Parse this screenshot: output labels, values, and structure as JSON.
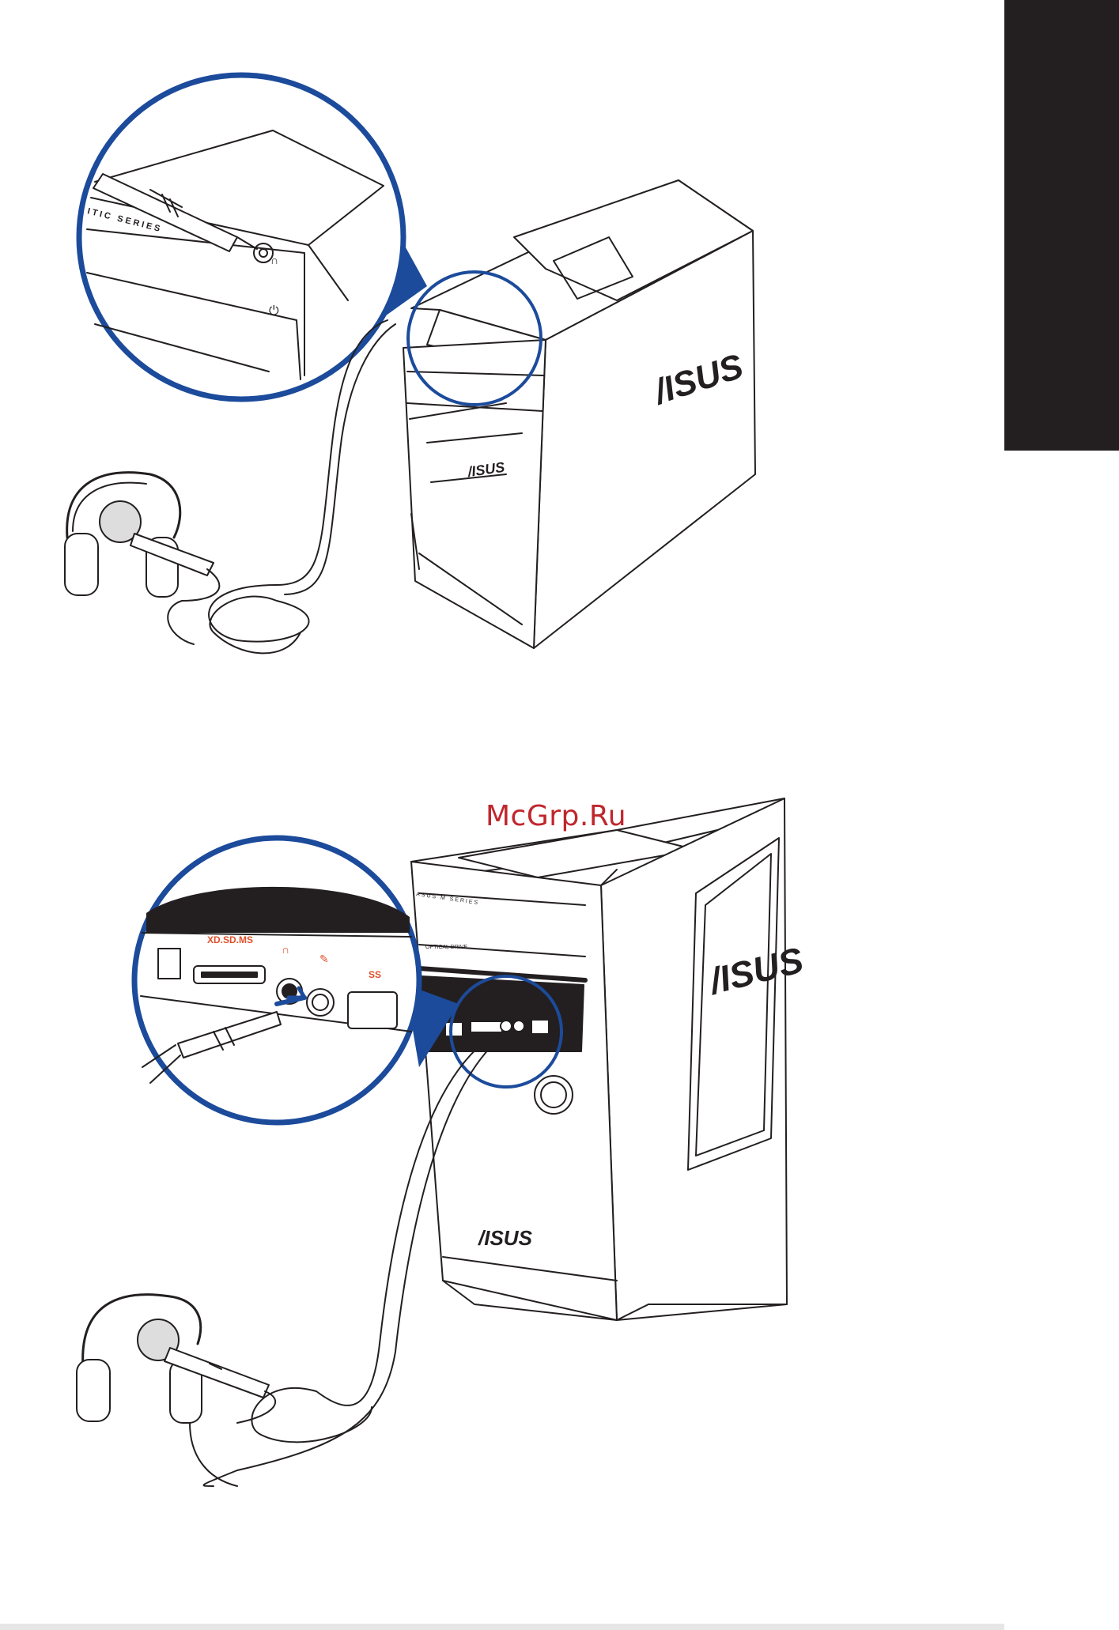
{
  "watermark": "McGrp.Ru",
  "top_figure": {
    "case_logo": "/ISUS",
    "case_logo_small": "/ISUS",
    "zoom_series_text": "ITIC SERIES"
  },
  "bottom_figure": {
    "case_logo": "/ISUS",
    "case_logo_lower": "/ISUS",
    "card_reader_label": "XD.SD.MS",
    "usb_label": "SS",
    "optical_label": "OPTICAL DRIVE",
    "series_text": "ASUS  M  SERIES"
  },
  "colors": {
    "circle_blue": "#1c4b9b",
    "panel_red": "#e0502a",
    "side_tab": "#231f20",
    "watermark": "#c0262d"
  }
}
